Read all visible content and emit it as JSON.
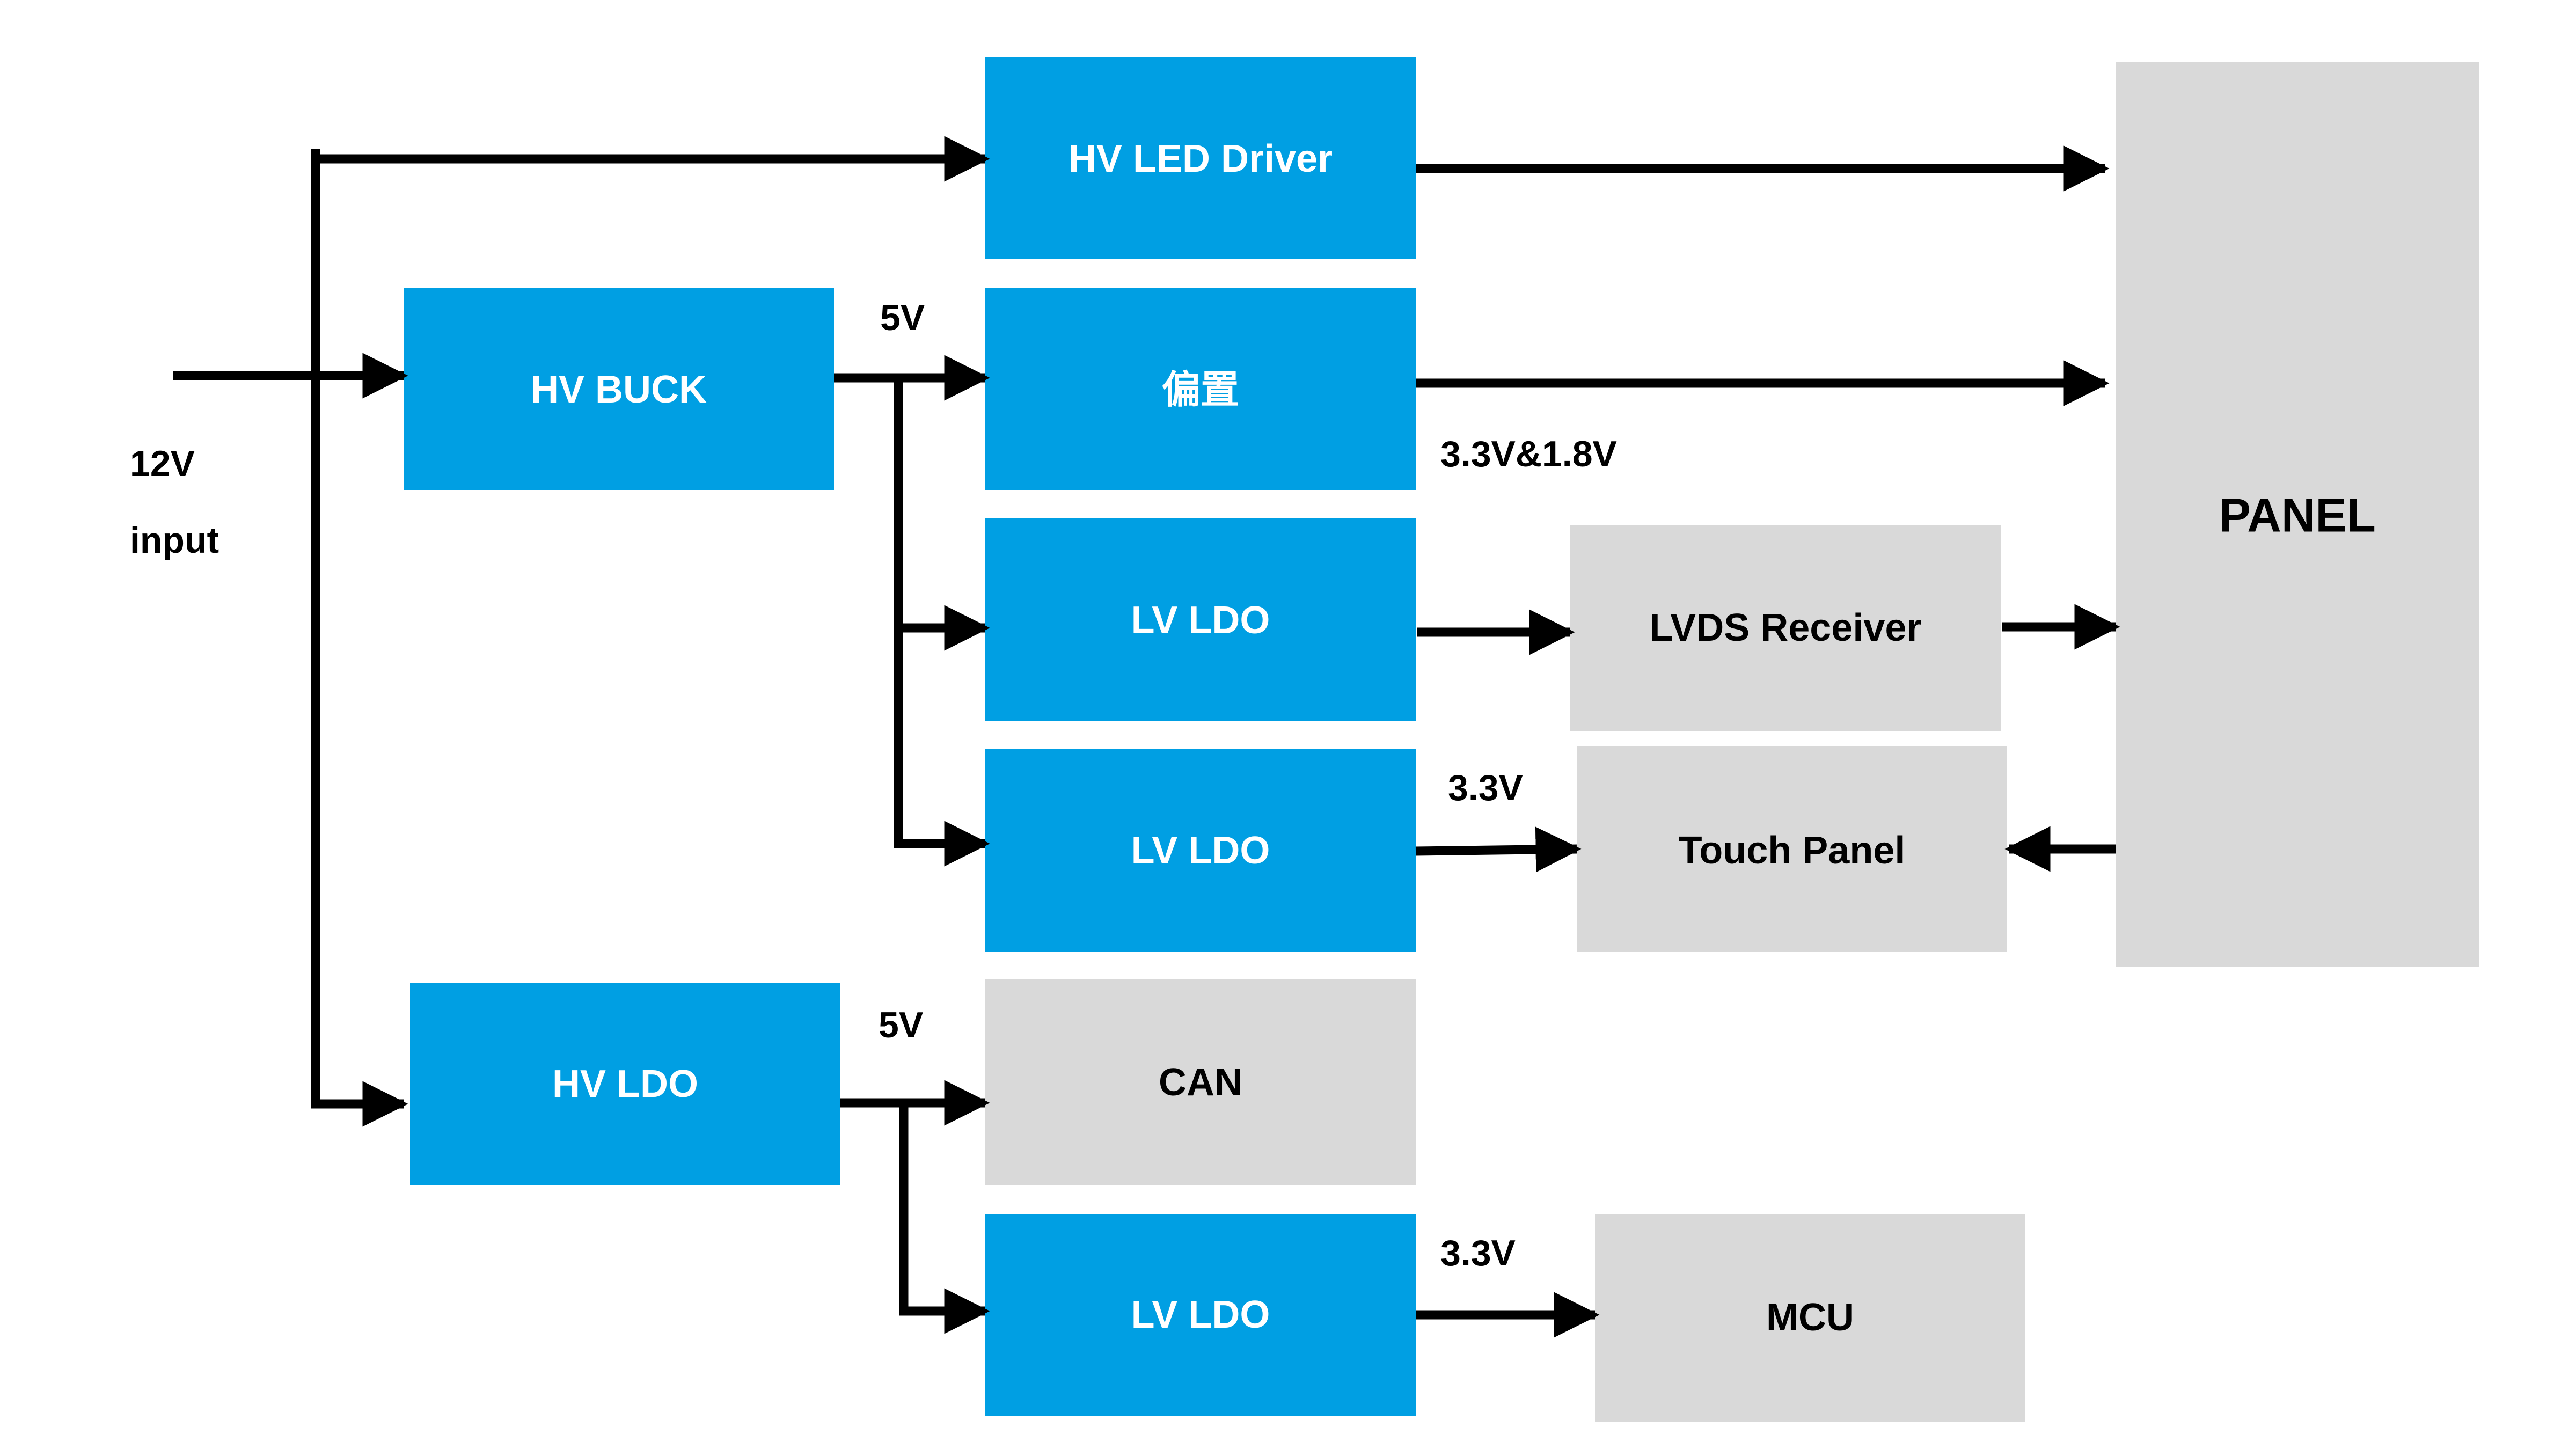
{
  "colors": {
    "blue_block": "#009FE3",
    "gray_block": "#D9D9D9",
    "line": "#000000",
    "text_on_blue": "#FFFFFF",
    "text_on_gray": "#000000"
  },
  "input": {
    "line1": "12V",
    "line2": "input"
  },
  "blocks": {
    "hv_led_driver": "HV LED Driver",
    "hv_buck": "HV BUCK",
    "bias": "偏置",
    "lv_ldo_1": "LV LDO",
    "lv_ldo_2": "LV LDO",
    "hv_ldo": "HV LDO",
    "can": "CAN",
    "lv_ldo_3": "LV LDO",
    "lvds_receiver": "LVDS Receiver",
    "touch_panel": "Touch Panel",
    "panel": "PANEL",
    "mcu": "MCU"
  },
  "voltages": {
    "buck_out": "5V",
    "bias_out": "3.3V&1.8V",
    "ldo2_out": "3.3V",
    "hvldo_out": "5V",
    "ldo3_out": "3.3V"
  }
}
